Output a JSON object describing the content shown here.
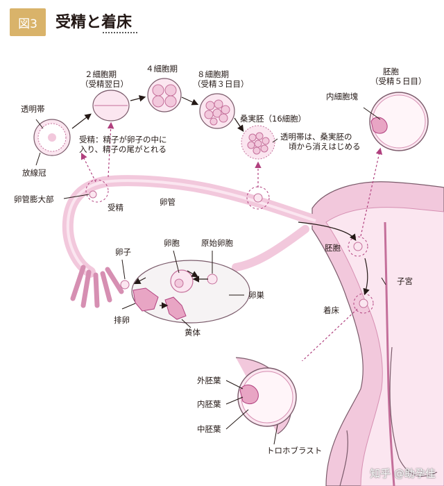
{
  "header": {
    "figure_number": "図3",
    "title": "受精と着床"
  },
  "stages": {
    "two_cell": "２細胞期",
    "two_cell_sub": "（受精翌日）",
    "four_cell": "４細胞期",
    "eight_cell": "８細胞期",
    "eight_cell_sub": "（受精３日目）",
    "morula": "桑実胚（16細胞）",
    "blastocyst": "胚胞",
    "blastocyst_sub": "（受精５日目）"
  },
  "labels": {
    "zona_pellucida": "透明帯",
    "corona_radiata": "放線冠",
    "fertilization_note_1": "受精：精子が卵子の中に",
    "fertilization_note_2": "入り、精子の尾がとれる",
    "zona_note_1": "透明帯は、桑実胚の",
    "zona_note_2": "頃から消えはじめる",
    "inner_cell_mass": "内細胞塊",
    "ampulla": "卵管膨大部",
    "fertilization": "受精",
    "oviduct": "卵管",
    "egg": "卵子",
    "follicle": "卵胞",
    "primordial_follicle": "原始卵胞",
    "ovary": "卵巣",
    "ovulation": "排卵",
    "corpus_luteum": "黄体",
    "blastocyst_in_uterus": "胚胞",
    "uterus": "子宮",
    "implantation": "着床",
    "ectoderm": "外胚葉",
    "endoderm": "内胚葉",
    "mesoderm": "中胚葉",
    "trophoblast": "トロホブラスト"
  },
  "watermark": "知乎 @助孕佳",
  "colors": {
    "badge": "#d9b36a",
    "tissue": "#f2c8dc",
    "tissue_dark": "#d68fb2",
    "outline": "#7a5a6a",
    "arrow": "#b0407e",
    "cell": "#fbe6f0"
  }
}
